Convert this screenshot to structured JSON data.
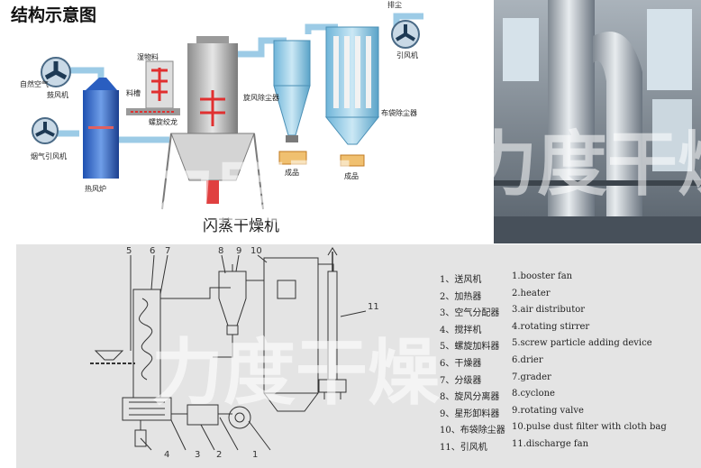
{
  "top": {
    "title": "结构示意图",
    "caption": "闪蒸干燥机",
    "labels": {
      "natural_air": "自然空气",
      "blower": "鼓风机",
      "flue_fan": "烟气引风机",
      "hot_air_furnace": "热风炉",
      "wet_material": "湿物料",
      "hopper": "料槽",
      "screw_feeder": "螺旋绞龙",
      "cyclone": "旋风除尘器",
      "exhaust_fan_top": "排尘",
      "exhaust_fan": "引风机",
      "bag_filter": "布袋除尘器",
      "product": "成品",
      "product2": "成品"
    }
  },
  "watermark": "力度干燥",
  "bottom": {
    "numbers": [
      "1",
      "2",
      "3",
      "4",
      "5",
      "6",
      "7",
      "8",
      "9",
      "10",
      "11"
    ],
    "legend": [
      {
        "cn": "1、送风机",
        "en": "1.booster fan"
      },
      {
        "cn": "2、加热器",
        "en": "2.heater"
      },
      {
        "cn": "3、空气分配器",
        "en": "3.air distributor"
      },
      {
        "cn": "4、搅拌机",
        "en": "4.rotating stirrer"
      },
      {
        "cn": "5、螺旋加料器",
        "en": "5.screw particle adding device"
      },
      {
        "cn": "6、干燥器",
        "en": "6.drier"
      },
      {
        "cn": "7、分级器",
        "en": "7.grader"
      },
      {
        "cn": "8、旋风分离器",
        "en": "8.cyclone"
      },
      {
        "cn": "9、星形卸料器",
        "en": "9.rotating valve"
      },
      {
        "cn": "10、布袋除尘器",
        "en": "10.pulse dust filter with cloth bag"
      },
      {
        "cn": "11、引风机",
        "en": "11.discharge fan"
      }
    ]
  }
}
